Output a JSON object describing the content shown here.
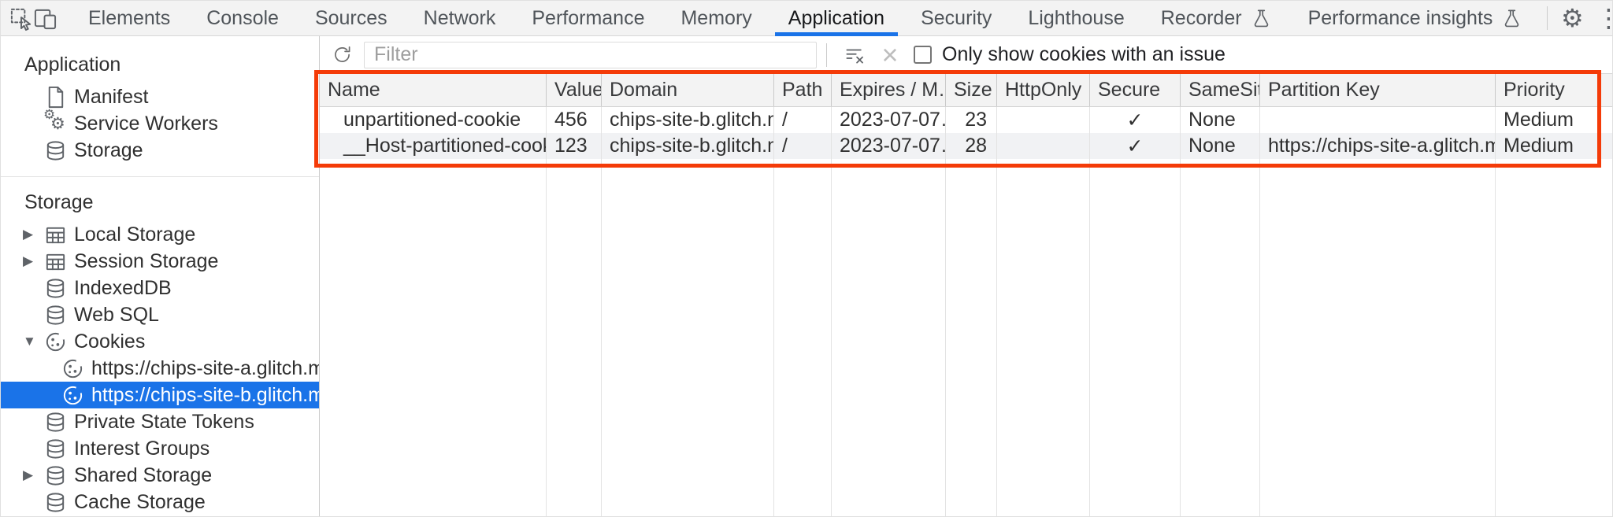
{
  "top_bar": {
    "tabs": [
      "Elements",
      "Console",
      "Sources",
      "Network",
      "Performance",
      "Memory",
      "Application",
      "Security",
      "Lighthouse",
      "Recorder",
      "Performance insights"
    ],
    "active_tab": "Application"
  },
  "sidebar": {
    "app_section": {
      "title": "Application",
      "items": [
        {
          "label": "Manifest",
          "icon": "document-icon"
        },
        {
          "label": "Service Workers",
          "icon": "service-workers-icon"
        },
        {
          "label": "Storage",
          "icon": "database-icon"
        }
      ]
    },
    "storage_section": {
      "title": "Storage",
      "items": [
        {
          "label": "Local Storage",
          "icon": "table-icon",
          "state": "collapsed"
        },
        {
          "label": "Session Storage",
          "icon": "table-icon",
          "state": "collapsed"
        },
        {
          "label": "IndexedDB",
          "icon": "database-icon"
        },
        {
          "label": "Web SQL",
          "icon": "database-icon"
        },
        {
          "label": "Cookies",
          "icon": "cookie-icon",
          "state": "expanded"
        },
        {
          "label": "https://chips-site-a.glitch.me",
          "icon": "cookie-icon",
          "child": true
        },
        {
          "label": "https://chips-site-b.glitch.me",
          "icon": "cookie-icon",
          "child": true,
          "selected": true
        },
        {
          "label": "Private State Tokens",
          "icon": "database-icon"
        },
        {
          "label": "Interest Groups",
          "icon": "database-icon"
        },
        {
          "label": "Shared Storage",
          "icon": "database-icon",
          "state": "collapsed"
        },
        {
          "label": "Cache Storage",
          "icon": "database-icon"
        }
      ]
    }
  },
  "cookies_panel": {
    "filter": {
      "placeholder": "Filter",
      "value": ""
    },
    "issue_checkbox": {
      "label": "Only show cookies with an issue",
      "checked": false
    },
    "table": {
      "columns": [
        "Name",
        "Value",
        "Domain",
        "Path",
        "Expires / M…",
        "Size",
        "HttpOnly",
        "Secure",
        "SameSite",
        "Partition Key",
        "Priority"
      ],
      "rows": [
        {
          "name": "unpartitioned-cookie",
          "value": "456",
          "domain": "chips-site-b.glitch.me",
          "path": "/",
          "expires": "2023-07-07…",
          "size": "23",
          "http_only": "",
          "secure": "✓",
          "same_site": "None",
          "partition_key": "",
          "priority": "Medium"
        },
        {
          "name": "__Host-partitioned-cookie",
          "value": "123",
          "domain": "chips-site-b.glitch.me",
          "path": "/",
          "expires": "2023-07-07…",
          "size": "28",
          "http_only": "",
          "secure": "✓",
          "same_site": "None",
          "partition_key": "https://chips-site-a.glitch.me",
          "priority": "Medium"
        }
      ]
    }
  },
  "icons": {
    "gear": "⚙",
    "more": "⋮",
    "close": "×",
    "delete_x": "×",
    "collapsed_arrow": "▶",
    "expanded_arrow": "▼"
  },
  "colors": {
    "accent_blue": "#1a73e8",
    "selected_bg": "#1a73e8",
    "highlight_red": "#f43b08"
  }
}
